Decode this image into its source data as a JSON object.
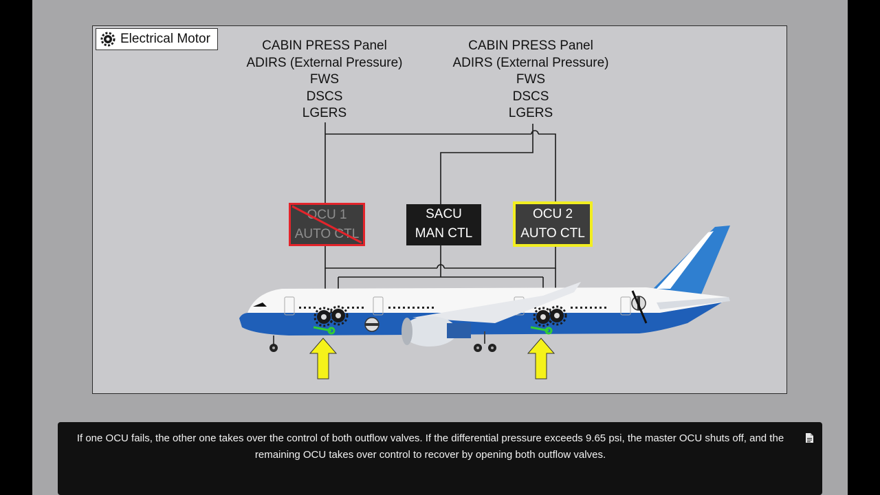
{
  "legend": {
    "label": "Electrical Motor",
    "icon": "electrical-motor-icon"
  },
  "sources_left": [
    "CABIN PRESS Panel",
    "ADIRS (External Pressure)",
    "FWS",
    "DSCS",
    "LGERS"
  ],
  "sources_right": [
    "CABIN PRESS Panel",
    "ADIRS (External Pressure)",
    "FWS",
    "DSCS",
    "LGERS"
  ],
  "controllers": {
    "ocu1": {
      "line1": "OCU 1",
      "line2": "AUTO CTL",
      "status": "failed"
    },
    "sacu": {
      "line1": "SACU",
      "line2": "MAN CTL"
    },
    "ocu2": {
      "line1": "OCU 2",
      "line2": "AUTO CTL",
      "status": "active"
    }
  },
  "caption": {
    "text": "If one OCU fails, the other one takes over the control of both outflow valves. If the differential pressure exceeds 9.65 psi, the master OCU shuts off, and the remaining OCU takes over control to recover by opening both outflow valves.",
    "icon": "document-icon"
  },
  "colors": {
    "failed_border": "#e3242b",
    "active_border": "#f2ee21",
    "arrow_fill": "#f5f21a",
    "valve_green": "#33cc33",
    "fuselage_blue": "#1f5fb8",
    "tail_blue": "#2f7fd0"
  }
}
